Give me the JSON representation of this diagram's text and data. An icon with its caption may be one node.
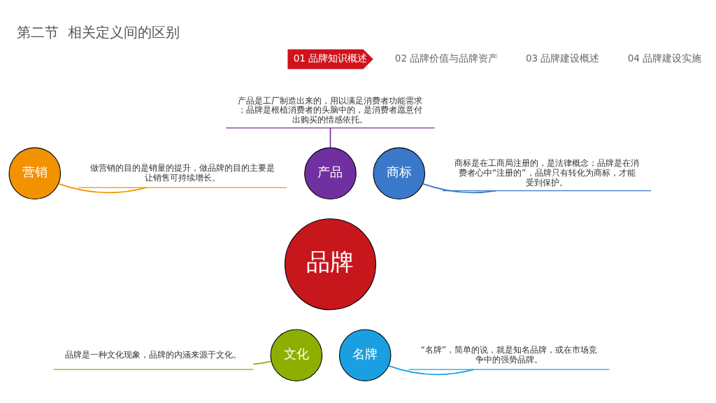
{
  "diagram": {
    "title": "第二节  相关定义间的区别",
    "nodes": [
      {
        "text": [
          "品牌"
        ]
      },
      {
        "text": [
          "产品"
        ]
      },
      {
        "text": [
          "商标"
        ]
      },
      {
        "text": [
          "名牌"
        ]
      },
      {
        "text": [
          "文化"
        ]
      },
      {
        "text": [
          "营销"
        ]
      },
      {
        "text": [
          "产品是工厂制造出来的，用以满足消费者功能需求；品牌是根植消费者的头脑中的，是消费者愿意付出购买的情感依托。"
        ]
      },
      {
        "text": [
          "商标是在工商局注册的，是法律概念；品牌是在消费者心中“注册的”，品牌只有转化为商标，才能受到保护。"
        ]
      },
      {
        "text": [
          "“名牌”，简单的说，就是知名品牌，或在市场竞争中的强势品牌。"
        ]
      },
      {
        "text": [
          "品牌是一种文化现象，品牌的内涵来源于文化。"
        ]
      },
      {
        "text": [
          "做营销的目的是销量的提升，做品牌的目的主要是让销售可持续增长。"
        ]
      },
      {
        "text": [
          "01 品牌知识概述"
        ]
      }
    ],
    "edges": [
      {
        "from": 6,
        "to": 1,
        "arrow": "none",
        "color": "#7030a0"
      },
      {
        "from": 2,
        "to": 7,
        "arrow": "none",
        "color": "#3a78c9"
      },
      {
        "from": 3,
        "to": 8,
        "arrow": "none",
        "color": "#1aa0e0"
      },
      {
        "from": 4,
        "to": 9,
        "arrow": "none",
        "color": "#8db000"
      },
      {
        "from": 5,
        "to": 10,
        "arrow": "none",
        "color": "#f39200"
      }
    ],
    "labels": [
      "02 品牌价值与品牌资产",
      "03 品牌建设概述",
      "04 品牌建设实施"
    ]
  }
}
